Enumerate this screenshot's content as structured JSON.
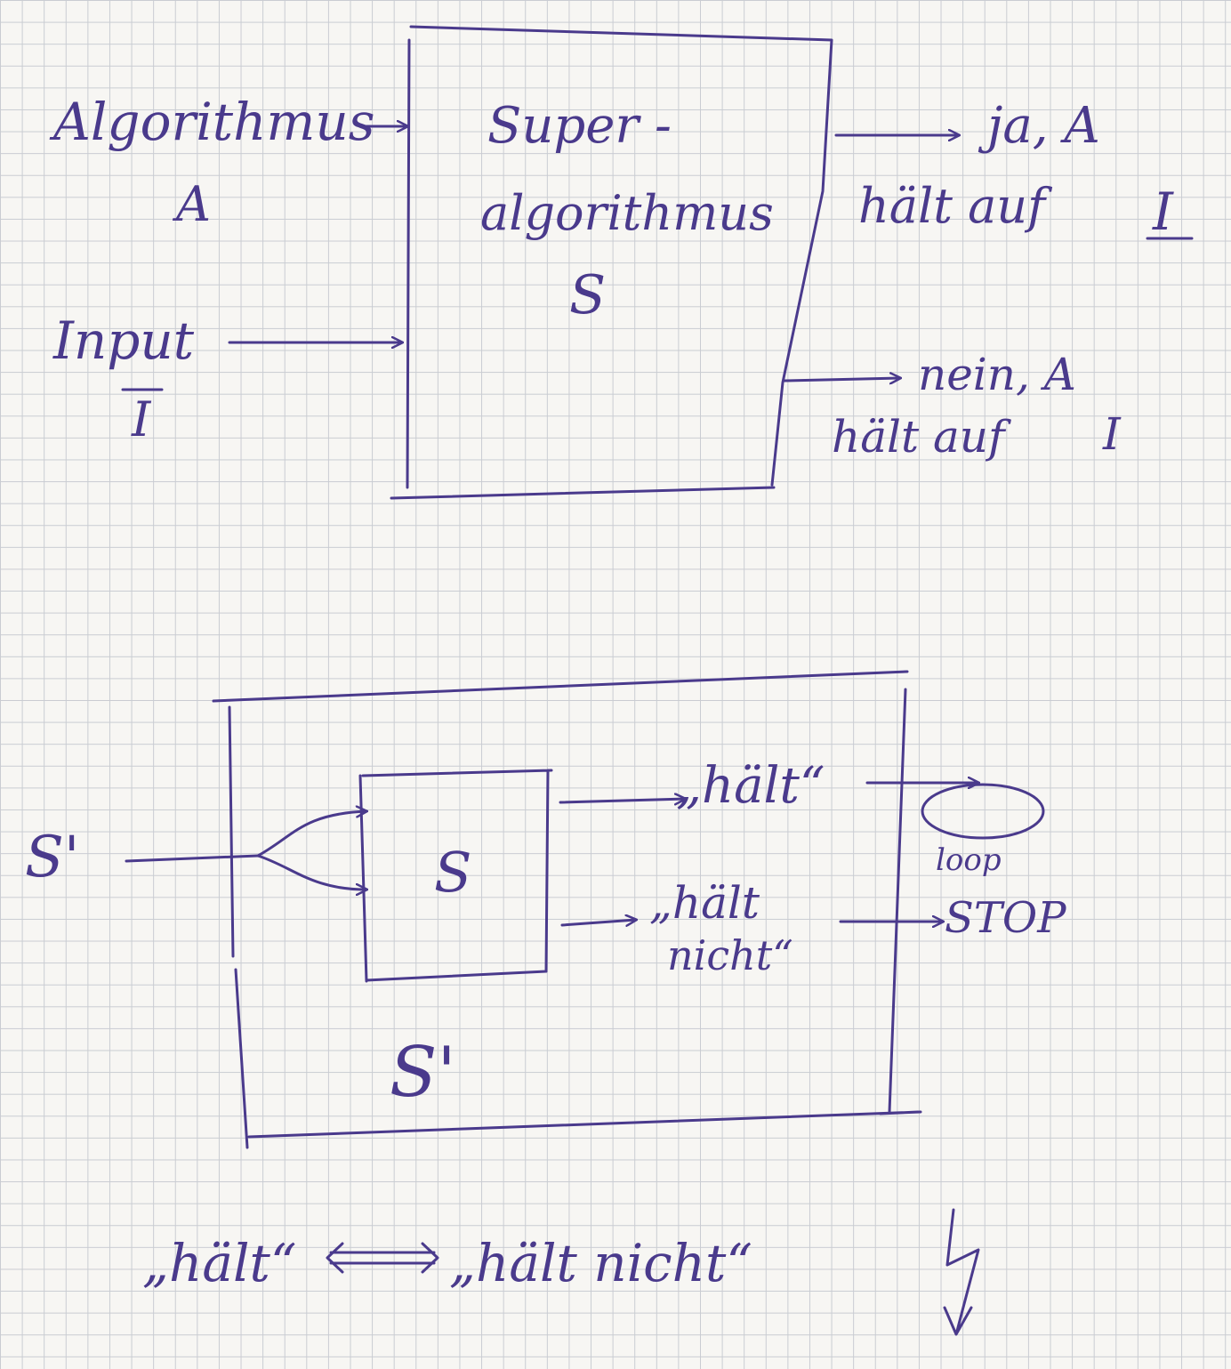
{
  "top": {
    "input_algorithm_label": "Algorithmus",
    "input_algorithm_symbol": "A",
    "input_input_label": "Input",
    "input_input_symbol": "I",
    "box_title_line1": "Super -",
    "box_title_line2": "algorithmus",
    "box_symbol": "S",
    "out_yes_line1": "ja, A",
    "out_yes_line2": "hält auf",
    "out_yes_symbol": "I",
    "out_no_line1": "nein, A",
    "out_no_line2": "hält auf",
    "out_no_symbol": "I"
  },
  "bottom": {
    "input_symbol": "S'",
    "inner_box_symbol": "S",
    "out_halts": "„hält“",
    "out_not_halts_line1": "„hält",
    "out_not_halts_line2": "nicht“",
    "loop_label": "loop",
    "stop_label": "STOP",
    "outer_box_symbol": "S'"
  },
  "conclusion": {
    "left": "„hält“",
    "right": "„hält nicht“",
    "contradiction_symbol": "↯"
  },
  "colors": {
    "ink": "#4a3a8c",
    "grid": "#c9ccd2",
    "paper": "#f7f6f3"
  }
}
